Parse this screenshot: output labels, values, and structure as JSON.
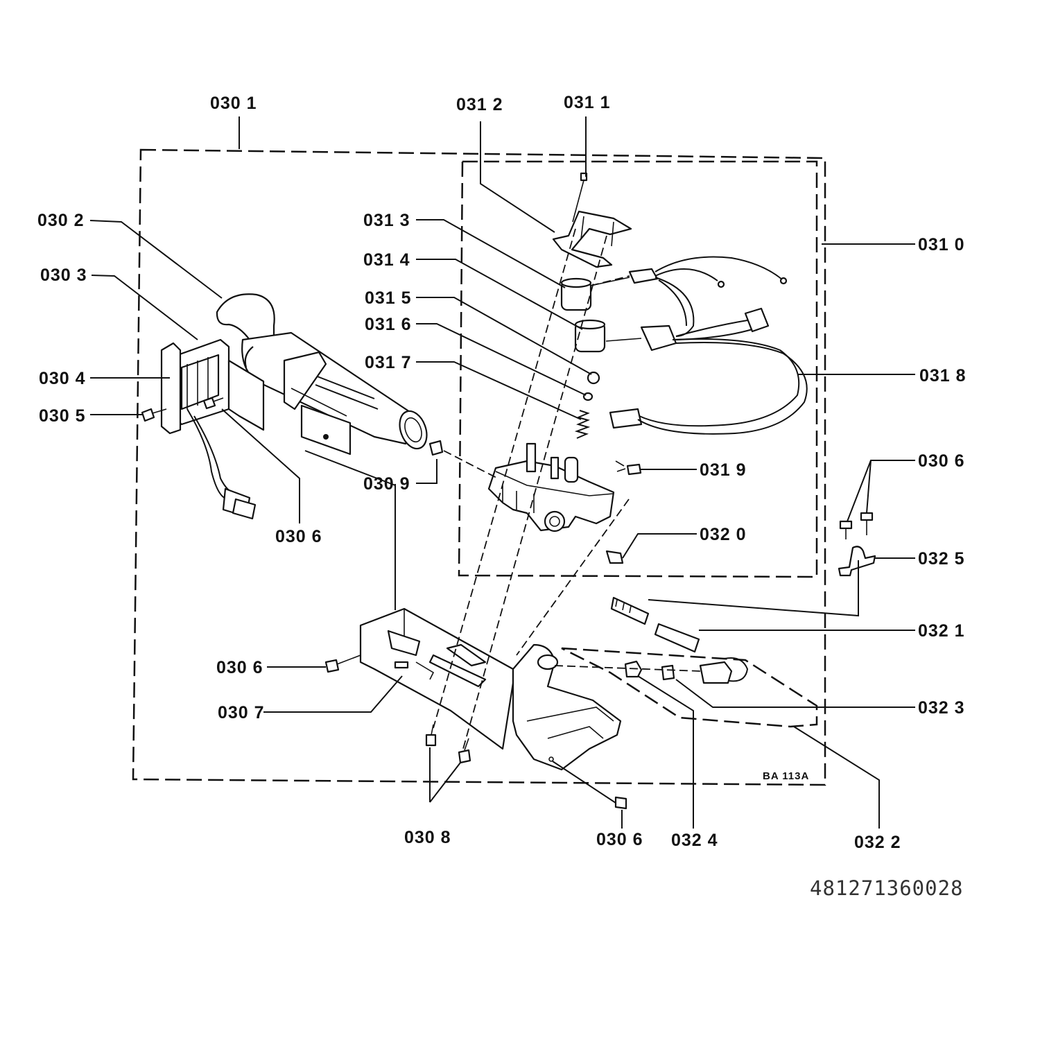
{
  "labels": {
    "l0301": "030 1",
    "l0302": "030 2",
    "l0303": "030 3",
    "l0304": "030 4",
    "l0305": "030 5",
    "l0306a": "030 6",
    "l0306b": "030 6",
    "l0306c": "030 6",
    "l0306d": "030 6",
    "l0307": "030 7",
    "l0308": "030 8",
    "l0309": "030 9",
    "l0310": "031 0",
    "l0311": "031 1",
    "l0312": "031 2",
    "l0313": "031 3",
    "l0314": "031 4",
    "l0315": "031 5",
    "l0316": "031 6",
    "l0317": "031 7",
    "l0318": "031 8",
    "l0319": "031 9",
    "l0320": "032 0",
    "l0321": "032 1",
    "l0322": "032 2",
    "l0323": "032 3",
    "l0324": "032 4",
    "l0325": "032 5"
  },
  "drawing_code": "BA 113A",
  "part_number": "481271360028"
}
